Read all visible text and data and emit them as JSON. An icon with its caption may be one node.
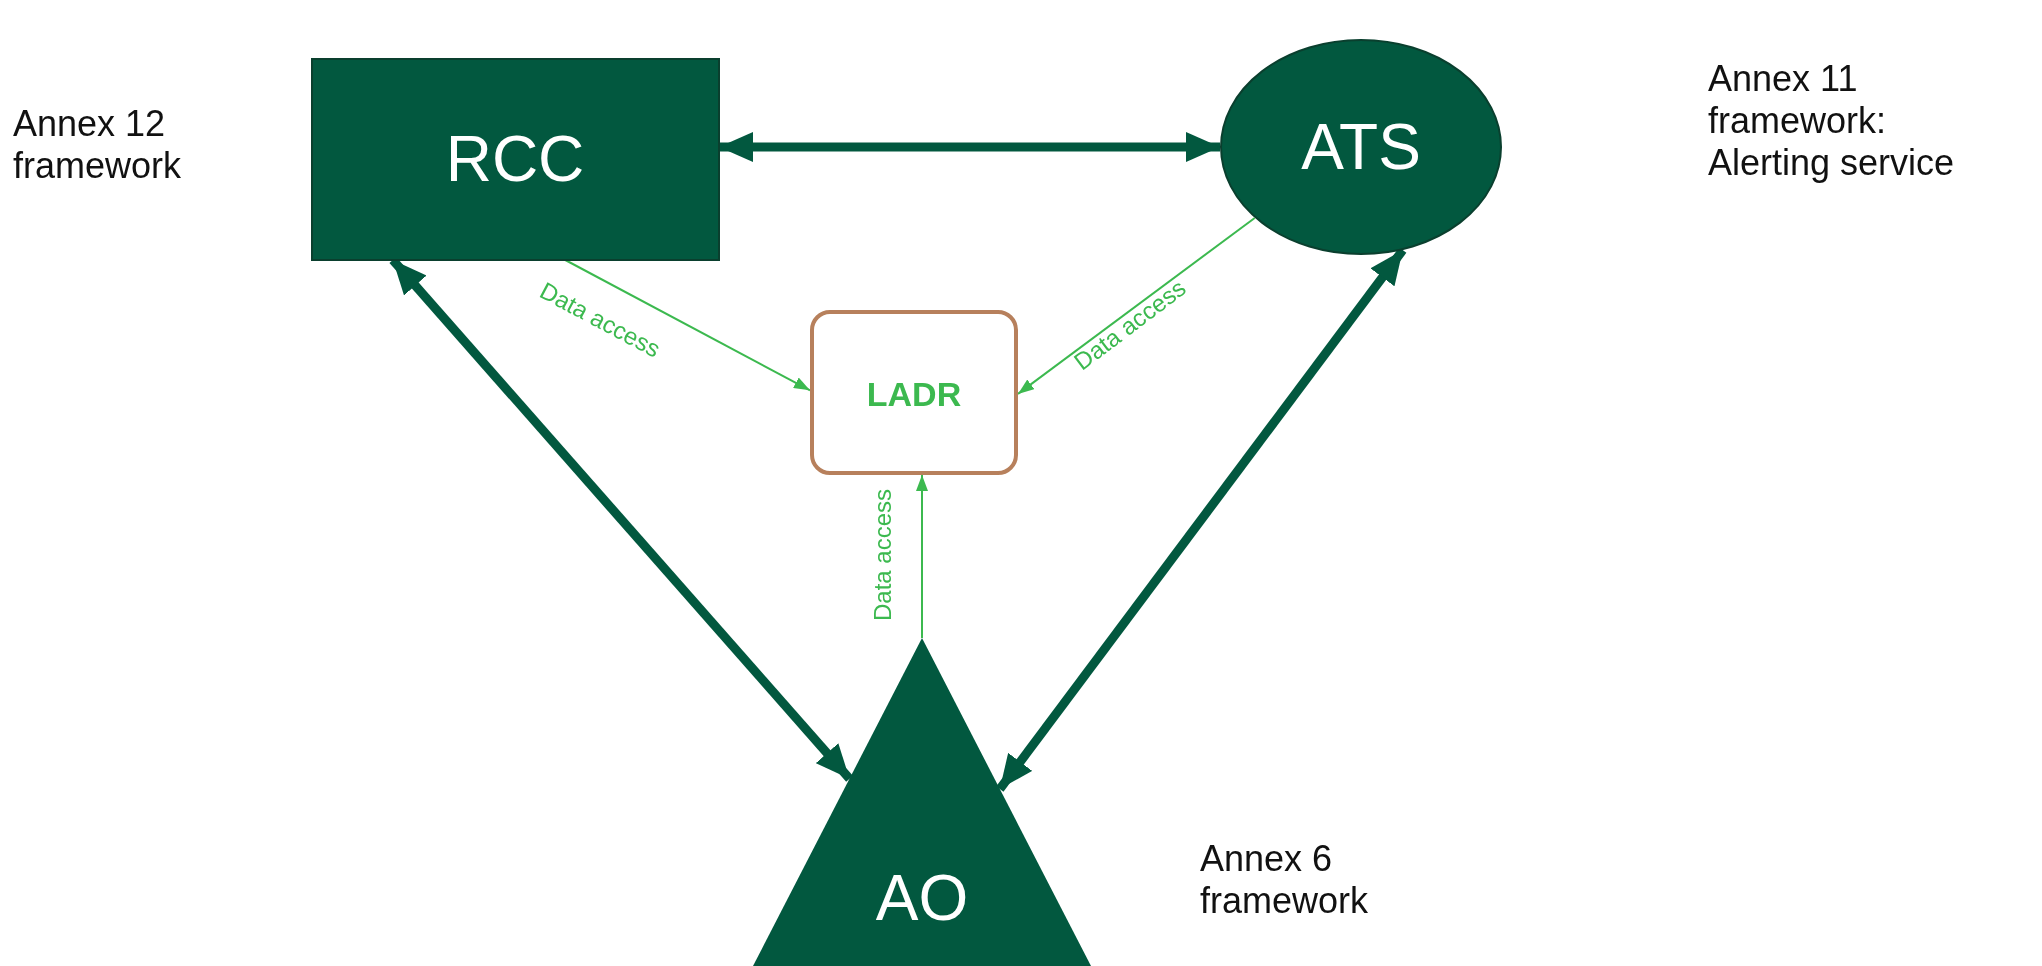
{
  "diagram": {
    "nodes": [
      {
        "text": [
          "RCC"
        ],
        "beside": [
          "Annex 12 framework"
        ]
      },
      {
        "text": [
          "ATS"
        ]
      },
      {
        "text": [
          "LADR"
        ]
      },
      {
        "text": [
          "AO"
        ],
        "beside": [
          "Annex 6 framework"
        ]
      }
    ],
    "edges": [
      {
        "from": 0,
        "to": 1,
        "arrow": "both",
        "style": "thick"
      },
      {
        "from": 0,
        "to": 3,
        "arrow": "both",
        "style": "thick"
      },
      {
        "from": 1,
        "to": 3,
        "arrow": "both",
        "style": "thick"
      },
      {
        "from": 0,
        "to": 2,
        "arrow": "to",
        "label": "Data access",
        "color": "#3cb94f"
      },
      {
        "from": 1,
        "to": 2,
        "arrow": "to",
        "label": "Data access",
        "color": "#3cb94f"
      },
      {
        "from": 3,
        "to": 2,
        "arrow": "to",
        "label": "Data access",
        "color": "#3cb94f"
      }
    ],
    "labels": [
      "Annex 11 framework: Alerting service"
    ]
  }
}
